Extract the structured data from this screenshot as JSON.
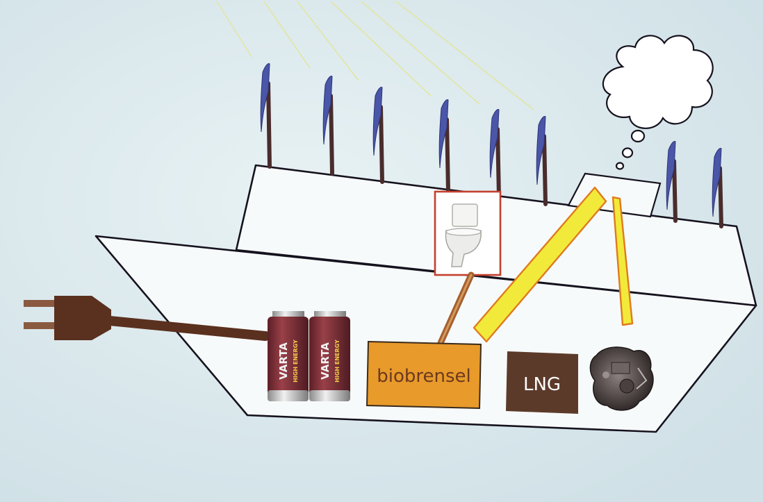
{
  "labels": {
    "biofuel": "biobrensel",
    "lng": "LNG",
    "battery_brand": "VARTA",
    "battery_subtitle": "HIGH ENERGY"
  },
  "colors": {
    "background": "#dbe9ee",
    "hull_fill": "#f7fafa",
    "outline": "#15121e",
    "biofuel_box": "#e89a2a",
    "lng_box": "#5c3a2a",
    "plug": "#5a301e",
    "battery_body": "#7c2f36",
    "sail_blue": "#4a56a8",
    "mast_brown": "#4a2c2c",
    "exhaust_yellow": "#f2ea3a",
    "exhaust_outline": "#e07a1e",
    "toilet_frame": "#c4402c",
    "sun_rays": "#e2e6a2",
    "engine": "#3a3030"
  },
  "icons": [
    "sun-rays",
    "wind-turbine",
    "thought-cloud",
    "toilet-icon",
    "power-plug-icon",
    "battery-icon",
    "engine-icon",
    "exhaust-pipe"
  ]
}
